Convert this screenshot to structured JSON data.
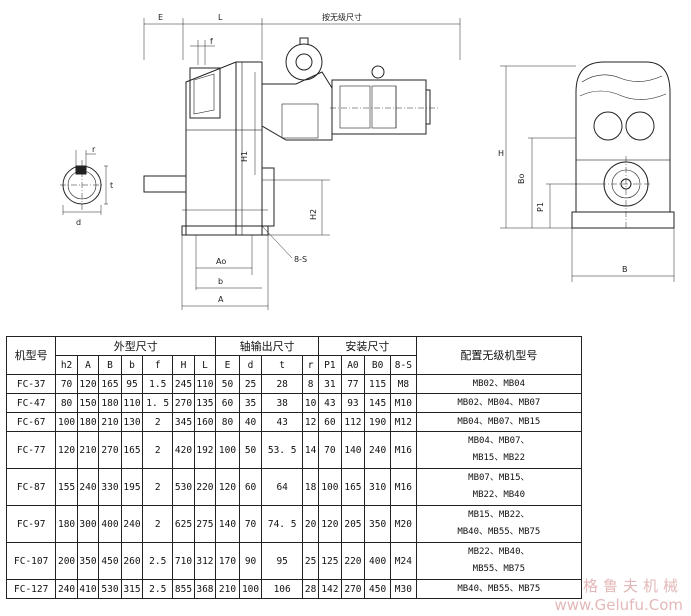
{
  "drawing_labels": {
    "E": "E",
    "L": "L",
    "f": "f",
    "adjustable": "按无级尺寸",
    "H1": "H1",
    "H2": "H2",
    "Ao": "Ao",
    "b": "b",
    "A": "A",
    "bolt": "8-S",
    "r": "r",
    "t": "t",
    "d": "d",
    "H": "H",
    "Bo": "Bo",
    "P1": "P1",
    "B": "B"
  },
  "table": {
    "model_header": "机型号",
    "groups": [
      "外型尺寸",
      "轴输出尺寸",
      "安装尺寸"
    ],
    "motor_header": "配置无级机型号",
    "subheaders": [
      "h2",
      "A",
      "B",
      "b",
      "f",
      "H",
      "L",
      "E",
      "d",
      "t",
      "r",
      "P1",
      "A0",
      "B0",
      "8-S"
    ],
    "rows": [
      {
        "model": "FC-37",
        "vals": [
          "70",
          "120",
          "165",
          "95",
          "1.5",
          "245",
          "110",
          "50",
          "25",
          "28",
          "8",
          "31",
          "77",
          "115",
          "M8"
        ],
        "motor": [
          "MB02、MB04"
        ]
      },
      {
        "model": "FC-47",
        "vals": [
          "80",
          "150",
          "180",
          "110",
          "1. 5",
          "270",
          "135",
          "60",
          "35",
          "38",
          "10",
          "43",
          "93",
          "145",
          "M10"
        ],
        "motor": [
          "MB02、MB04、MB07"
        ]
      },
      {
        "model": "FC-67",
        "vals": [
          "100",
          "180",
          "210",
          "130",
          "2",
          "345",
          "160",
          "80",
          "40",
          "43",
          "12",
          "60",
          "112",
          "190",
          "M12"
        ],
        "motor": [
          "MB04、MB07、MB15"
        ]
      },
      {
        "model": "FC-77",
        "vals": [
          "120",
          "210",
          "270",
          "165",
          "2",
          "420",
          "192",
          "100",
          "50",
          "53. 5",
          "14",
          "70",
          "140",
          "240",
          "M16"
        ],
        "motor": [
          "MB04、MB07、",
          "MB15、MB22"
        ]
      },
      {
        "model": "FC-87",
        "vals": [
          "155",
          "240",
          "330",
          "195",
          "2",
          "530",
          "220",
          "120",
          "60",
          "64",
          "18",
          "100",
          "165",
          "310",
          "M16"
        ],
        "motor": [
          "MB07、MB15、",
          "MB22、MB40"
        ]
      },
      {
        "model": "FC-97",
        "vals": [
          "180",
          "300",
          "400",
          "240",
          "2",
          "625",
          "275",
          "140",
          "70",
          "74. 5",
          "20",
          "120",
          "205",
          "350",
          "M20"
        ],
        "motor": [
          "MB15、MB22、",
          "MB40、MB55、MB75"
        ]
      },
      {
        "model": "FC-107",
        "vals": [
          "200",
          "350",
          "450",
          "260",
          "2.5",
          "710",
          "312",
          "170",
          "90",
          "95",
          "25",
          "125",
          "220",
          "400",
          "M24"
        ],
        "motor": [
          "MB22、MB40、",
          "MB55、MB75"
        ]
      },
      {
        "model": "FC-127",
        "vals": [
          "240",
          "410",
          "530",
          "315",
          "2.5",
          "855",
          "368",
          "210",
          "100",
          "106",
          "28",
          "142",
          "270",
          "450",
          "M30"
        ],
        "motor": [
          "MB40、MB55、MB75"
        ]
      }
    ]
  },
  "watermark": {
    "cn": "格鲁夫机械",
    "url": "www.Gelufu.Com"
  }
}
